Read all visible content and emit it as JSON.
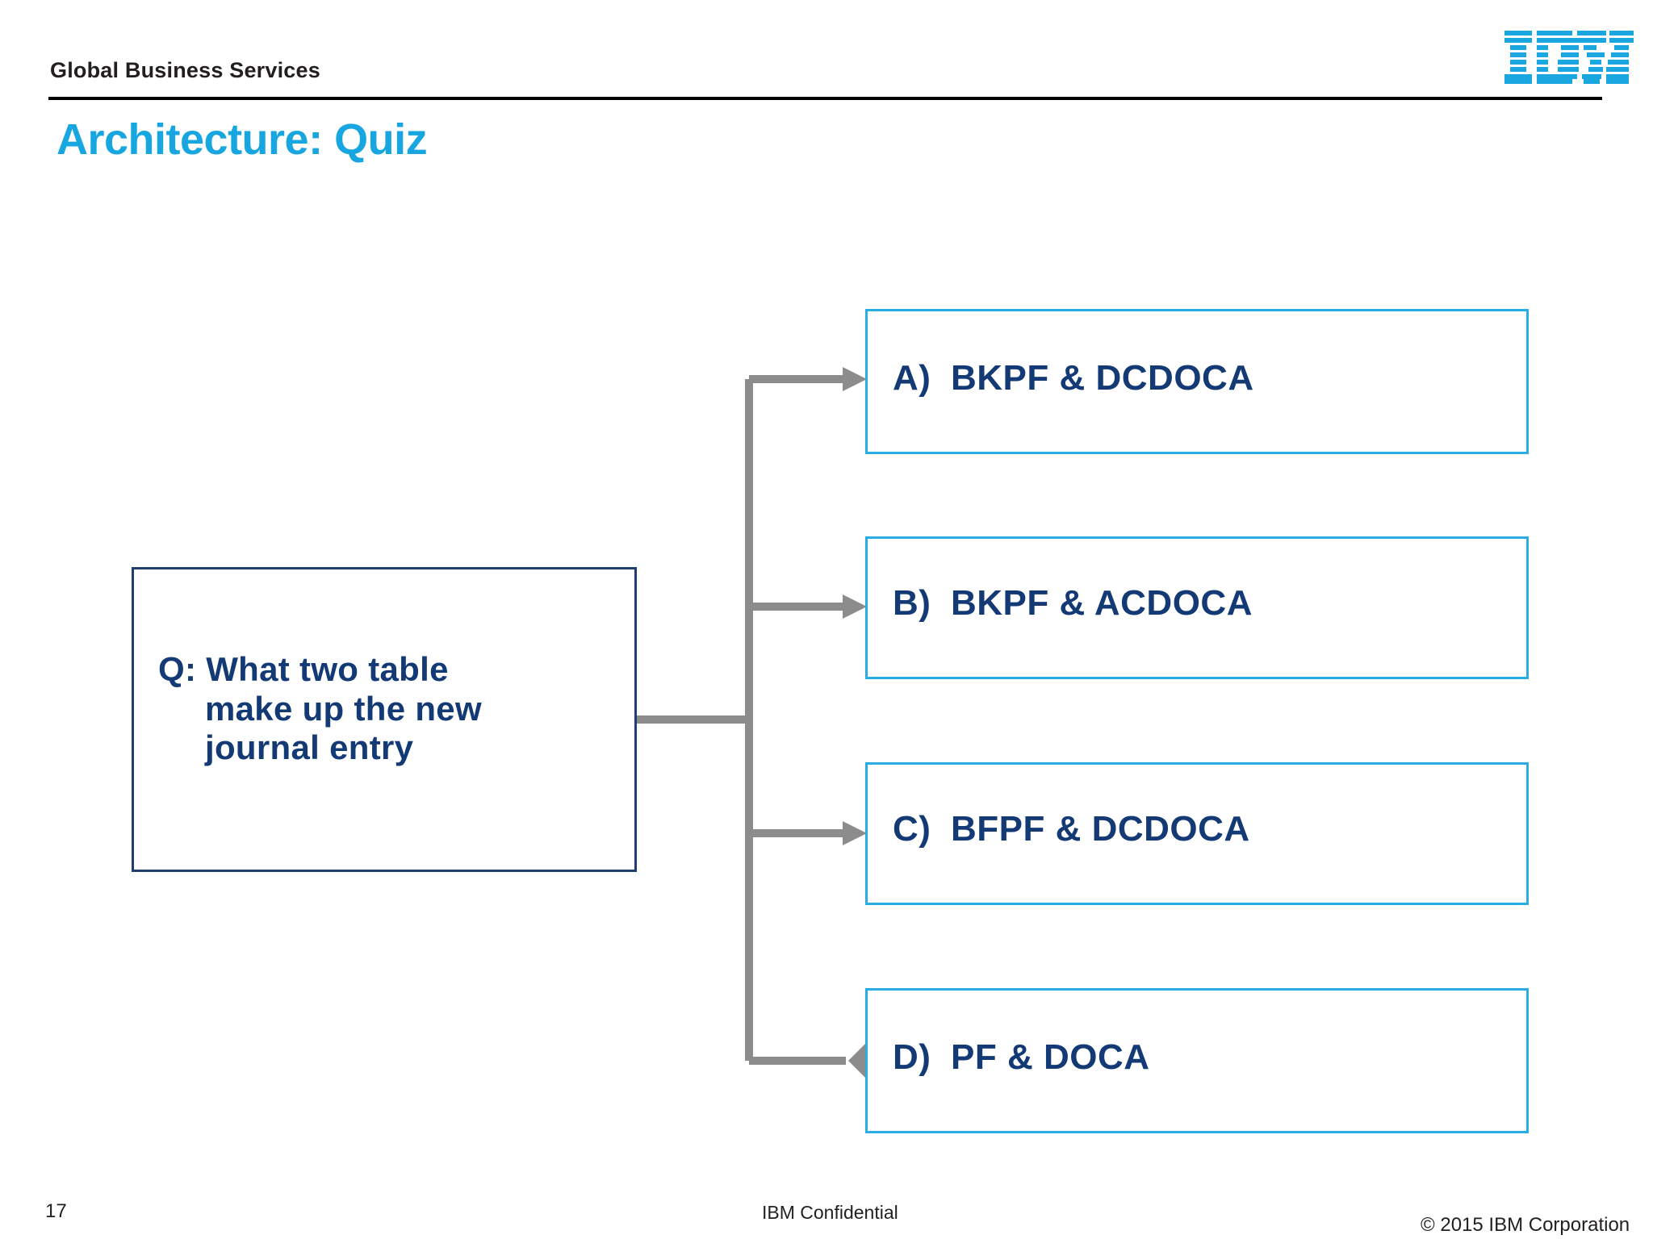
{
  "header": {
    "unit_label": "Global Business Services",
    "logo_name": "IBM",
    "logo_color": "#1aa7e0",
    "rule_color": "#000000"
  },
  "title": {
    "text": "Architecture: Quiz",
    "color": "#18a6e0"
  },
  "diagram": {
    "question": {
      "line1": "Q: What two table",
      "line2": "make up the new",
      "line3": "journal entry",
      "border_color": "#1f3d6e",
      "text_color": "#143a76"
    },
    "answers": [
      {
        "label": "A)",
        "text": "BKPF & DCDOCA",
        "arrow": "triangle"
      },
      {
        "label": "B)",
        "text": "BKPF & ACDOCA",
        "arrow": "triangle"
      },
      {
        "label": "C)",
        "text": "BFPF & DCDOCA",
        "arrow": "triangle"
      },
      {
        "label": "D)",
        "text": "PF & DOCA",
        "arrow": "diamond"
      }
    ],
    "answer_border_color": "#29ade4",
    "answer_text_color": "#143a76",
    "connector_color": "#8c8c8c"
  },
  "footer": {
    "page_number": "17",
    "confidential": "IBM Confidential",
    "copyright": "© 2015 IBM Corporation"
  }
}
